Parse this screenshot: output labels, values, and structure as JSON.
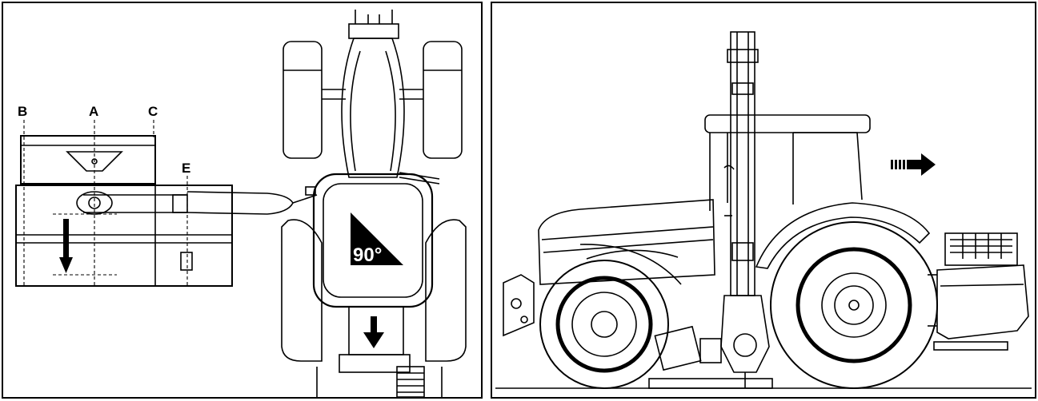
{
  "left_panel": {
    "callouts": [
      {
        "id": "B",
        "text": "B"
      },
      {
        "id": "A",
        "text": "A"
      },
      {
        "id": "C",
        "text": "C"
      },
      {
        "id": "E",
        "text": "E"
      }
    ],
    "angle_label": "90°",
    "icons": [
      "down-arrow-icon",
      "right-angle-triangle-icon"
    ]
  },
  "right_panel": {
    "icons": [
      "direction-of-travel-arrow-icon"
    ]
  },
  "colors": {
    "line": "#000000",
    "fill": "#ffffff",
    "shade": "#e6e6e6"
  }
}
